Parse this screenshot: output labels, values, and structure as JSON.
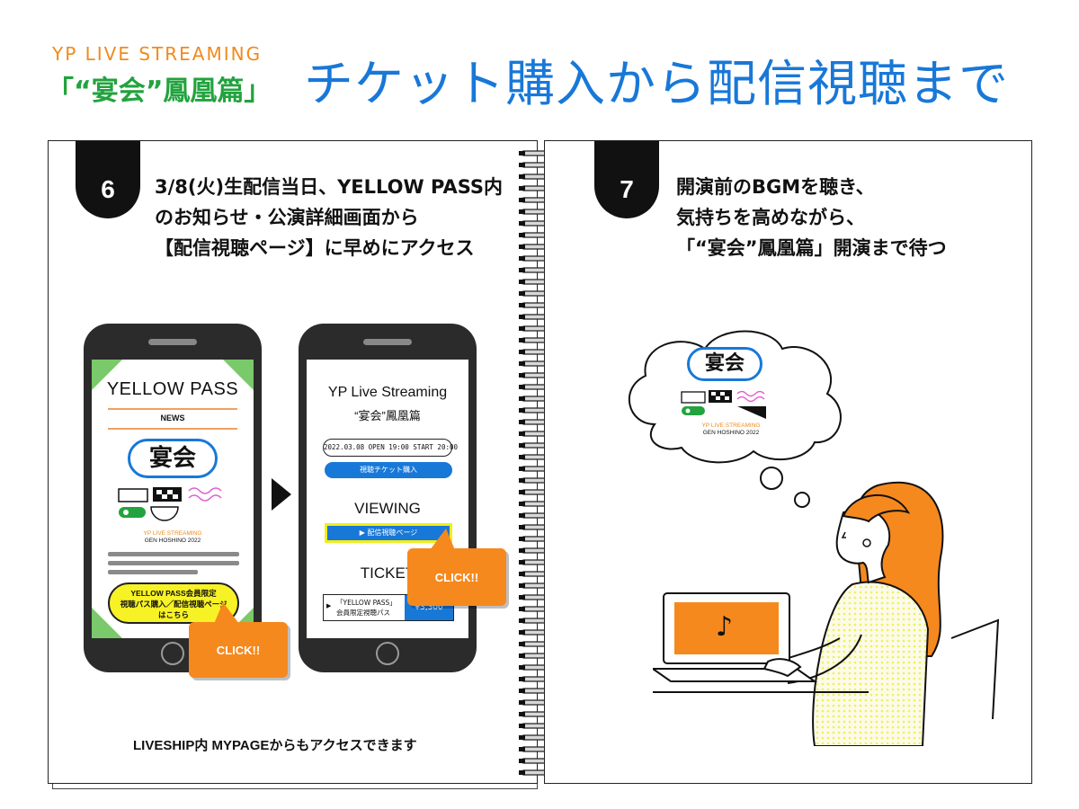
{
  "header": {
    "brand_sub": "YP LIVE STREAMING",
    "brand_main": "「“宴会”鳳凰篇」",
    "title": "チケット購入から配信視聴まで"
  },
  "step6": {
    "number": "6",
    "lines": [
      "3/8(火)生配信当日、YELLOW PASS内",
      "のお知らせ・公演詳細画面から",
      "【配信視聴ページ】に早めにアクセス"
    ],
    "phone1": {
      "title": "YELLOW PASS",
      "section": "NEWS",
      "logo_text": "宴会",
      "logo_sub1": "YP LIVE STREAMING",
      "logo_sub2": "GEN HOSHINO 2022",
      "member_lines": [
        "YELLOW PASS会員限定",
        "視聴パス購入／配信視聴ページ",
        "はこちら"
      ]
    },
    "phone2": {
      "title": "YP Live Streaming",
      "subtitle": "“宴会”鳳凰篇",
      "date": "2022.03.08 OPEN 19:00 START 20:00",
      "buy_button": "視聴チケット購入",
      "viewing_heading": "VIEWING",
      "viewing_button": "配信視聴ページ",
      "ticket_heading": "TICKET",
      "ticket_label_1": "「YELLOW PASS」",
      "ticket_label_2": "会員限定視聴パス",
      "ticket_price": "¥3,300"
    },
    "click_label": "CLICK!!",
    "footer": "LIVESHIP内 MYPAGEからもアクセスできます"
  },
  "step7": {
    "number": "7",
    "lines": [
      "開演前のBGMを聴き、",
      "気持ちを高めながら、",
      "「“宴会”鳳凰篇」開演まで待つ"
    ],
    "bubble_logo": "宴会",
    "bubble_sub1": "YP LIVE STREAMING",
    "bubble_sub2": "GEN HOSHINO 2022",
    "music_glyph": "♪"
  },
  "colors": {
    "title_blue": "#1878d8",
    "brand_orange": "#f08a1c",
    "brand_green": "#22a33e",
    "click_orange": "#f5891e",
    "highlight_yellow": "#f7f225"
  }
}
